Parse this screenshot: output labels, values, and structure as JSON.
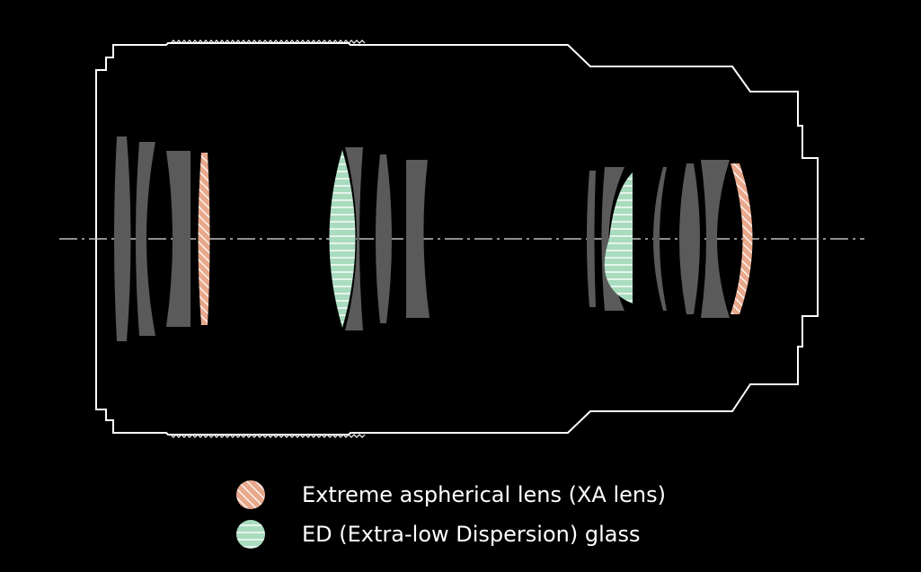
{
  "colors": {
    "background": "#000000",
    "outline": "#ffffff",
    "lens_gray": "#5a5a5a",
    "xa_lens": "#e9a88c",
    "ed_glass": "#a9dcbf",
    "axis": "#bdbdbd"
  },
  "legend": [
    {
      "key": "xa",
      "label": "Extreme aspherical lens (XA lens)",
      "pattern": "diagonal-hatch",
      "color": "#e9a88c"
    },
    {
      "key": "ed",
      "label": "ED (Extra-low Dispersion) glass",
      "pattern": "horizontal-lines",
      "color": "#a9dcbf"
    }
  ]
}
